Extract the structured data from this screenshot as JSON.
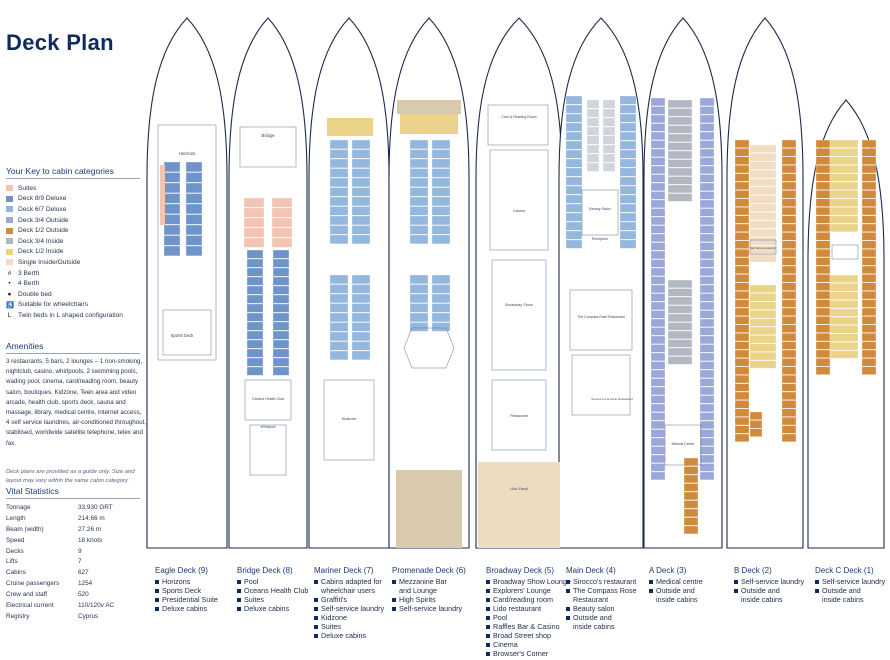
{
  "title": "Deck Plan",
  "key": {
    "heading": "Your Key to cabin categories",
    "categories": [
      {
        "label": "Suites",
        "color": "#f2c4b2"
      },
      {
        "label": "Deck 8/9 Deluxe",
        "color": "#6f94c9"
      },
      {
        "label": "Deck 6/7 Deluxe",
        "color": "#93b7dd"
      },
      {
        "label": "Deck 3/4 Outside",
        "color": "#9aa7d8"
      },
      {
        "label": "Deck 1/2 Outside",
        "color": "#d08a3c"
      },
      {
        "label": "Deck 3/4 Inside",
        "color": "#b3b7c2"
      },
      {
        "label": "Deck 1/2 Inside",
        "color": "#ecd38a"
      },
      {
        "label": "Single Inside/Outside",
        "color": "#f2ddc3"
      }
    ],
    "symbols": [
      {
        "icon": "#",
        "label": "3 Berth"
      },
      {
        "icon": "•",
        "label": "4 Berth"
      },
      {
        "icon": "●",
        "label": "Double bed"
      },
      {
        "icon": "♿",
        "label": "Suitable for wheelchairs"
      },
      {
        "icon": "L",
        "label": "Twin beds in L shaped configuration"
      }
    ]
  },
  "amenities": {
    "heading": "Amenities",
    "text": "3 restaurants, 5 bars, 2 lounges – 1 non-smoking, nightclub, casino, whirlpools, 2 swimming pools, wading pool, cinema, card/reading room, beauty salon, boutiques, Kidzone, Teen area and video arcade, health club, sports deck, sauna and massage, library, medical centre, internet access, 4 self service laundries, air-conditioned throughout, stabilised, worldwide satellite telephone, telex and fax.",
    "note": "Deck plans are provided as a guide only. Size and layout may vary within the same cabin category."
  },
  "vital": {
    "heading": "Vital Statistics",
    "rows": [
      {
        "k": "Tonnage",
        "v": "33,930 GRT"
      },
      {
        "k": "Length",
        "v": "214.66 m"
      },
      {
        "k": "Beam (width)",
        "v": "27.26 m"
      },
      {
        "k": "Speed",
        "v": "18 knots"
      },
      {
        "k": "Decks",
        "v": "9"
      },
      {
        "k": "Lifts",
        "v": "7"
      },
      {
        "k": "Cabins",
        "v": "627"
      },
      {
        "k": "Cruise passengers",
        "v": "1254"
      },
      {
        "k": "Crew and staff",
        "v": "520"
      },
      {
        "k": "Electrical current",
        "v": "110/120v AC"
      },
      {
        "k": "Registry",
        "v": "Cyprus"
      }
    ]
  },
  "decks": [
    {
      "name": "Eagle Deck (9)",
      "items": [
        [
          "Horizons"
        ],
        [
          "Sports Deck"
        ],
        [
          "Presidential Suite"
        ],
        [
          "Deluxe cabins"
        ]
      ]
    },
    {
      "name": "Bridge Deck (8)",
      "items": [
        [
          "Pool"
        ],
        [
          "Oceans Health Club"
        ],
        [
          "Suites"
        ],
        [
          "Deluxe cabins"
        ]
      ]
    },
    {
      "name": "Mariner Deck (7)",
      "items": [
        [
          "Cabins adapted for",
          "wheelchair users"
        ],
        [
          "Graffiti's"
        ],
        [
          "Self-service laundry"
        ],
        [
          "Kidzone"
        ],
        [
          "Suites"
        ],
        [
          "Deluxe cabins"
        ]
      ]
    },
    {
      "name": "Promenade Deck (6)",
      "items": [
        [
          "Mezzanine Bar",
          "and Lounge"
        ],
        [
          "High Spirits"
        ],
        [
          "Self-service laundry"
        ]
      ]
    },
    {
      "name": "Broadway Deck (5)",
      "items": [
        [
          "Broadway Show Lounge"
        ],
        [
          "Explorers' Lounge"
        ],
        [
          "Card/reading room"
        ],
        [
          "Lido restaurant"
        ],
        [
          "Pool"
        ],
        [
          "Raffles Bar & Casino"
        ],
        [
          "Broad Street shop"
        ],
        [
          "Cinema"
        ],
        [
          "Browser's Corner"
        ]
      ]
    },
    {
      "name": "Main Deck (4)",
      "items": [
        [
          "Sirocco's restaurant"
        ],
        [
          "The Compass Rose",
          "Restaurant"
        ],
        [
          "Beauty salon"
        ],
        [
          "Outside and",
          "inside cabins"
        ]
      ]
    },
    {
      "name": "A Deck (3)",
      "items": [
        [
          "Medical centre"
        ],
        [
          "Outside and",
          "inside cabins"
        ]
      ]
    },
    {
      "name": "B Deck (2)",
      "items": [
        [
          "Self-service laundry"
        ],
        [
          "Outside and",
          "inside cabins"
        ]
      ]
    },
    {
      "name": "Deck C Deck (1)",
      "items": [
        [
          "Self-service laundry"
        ],
        [
          "Outside and",
          "inside cabins"
        ]
      ]
    }
  ],
  "ship_labels": {
    "horizons": "Horizons",
    "sports_deck": "Sports Deck",
    "bridge": "Bridge",
    "oceans_health_club": "Oceans Health Club",
    "whirlpool": "Whirlpool",
    "kidzone": "Kidzone",
    "card_reading": "Card & Reading Room",
    "broadway_show": "Broadway Show",
    "lido_deck": "Lido Deck",
    "casino": "Casino",
    "restaurant": "Restaurant",
    "reception": "Reception",
    "beauty_salon": "Beauty Salon",
    "compass_rose": "The Compass Rose Restaurant",
    "siroccos": "Sirocco's A la Carte Restaurant",
    "medical_centre": "Medical Centre",
    "self_service_laundry": "Self Service Laundry"
  }
}
